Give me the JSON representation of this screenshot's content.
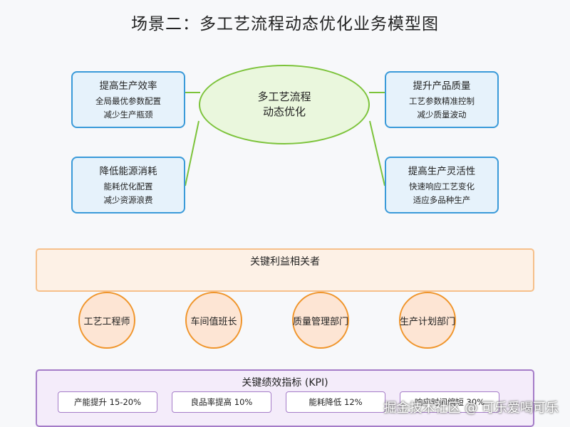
{
  "title": "场景二：多工艺流程动态优化业务模型图",
  "center": {
    "line1": "多工艺流程",
    "line2": "动态优化"
  },
  "benefits": [
    {
      "title": "提高生产效率",
      "line1": "全局最优参数配置",
      "line2": "减少生产瓶颈"
    },
    {
      "title": "提升产品质量",
      "line1": "工艺参数精准控制",
      "line2": "减少质量波动"
    },
    {
      "title": "降低能源消耗",
      "line1": "能耗优化配置",
      "line2": "减少资源浪费"
    },
    {
      "title": "提高生产灵活性",
      "line1": "快速响应工艺变化",
      "line2": "适应多品种生产"
    }
  ],
  "stakeholders": {
    "title": "关键利益相关者",
    "items": [
      "工艺工程师",
      "车间值班长",
      "质量管理部门",
      "生产计划部门"
    ]
  },
  "kpi": {
    "title": "关键绩效指标 (KPI)",
    "items": [
      "产能提升 15-20%",
      "良品率提高 10%",
      "能耗降低 12%",
      "响应时间缩短 30%"
    ]
  },
  "watermark": "掘金技术社区 @ 可乐爱喝可乐",
  "colors": {
    "benefit_border": "#3a9ad9",
    "center_border": "#7cc33a",
    "stakeholder_border": "#f0952b",
    "kpi_border": "#a57cc8"
  }
}
